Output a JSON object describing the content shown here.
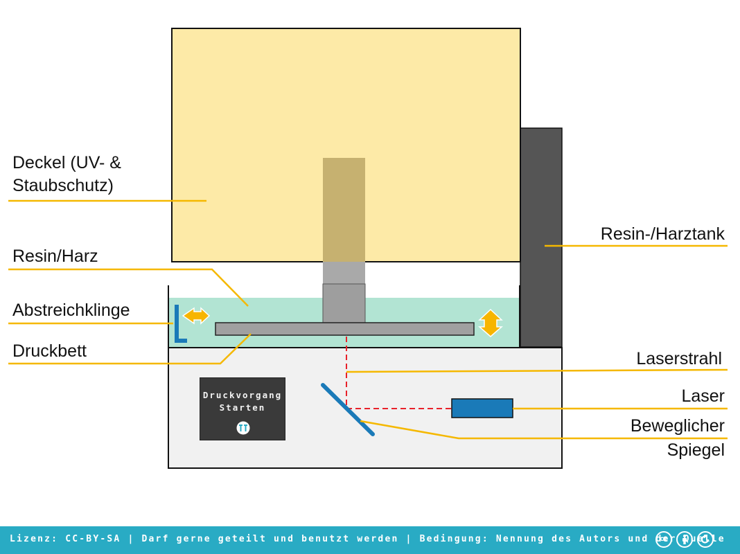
{
  "labels": {
    "lid": [
      "Deckel (UV- &",
      "Staubschutz)"
    ],
    "resin": "Resin/Harz",
    "blade": "Abstreichklinge",
    "bed": "Druckbett",
    "tank": "Resin-/Harztank",
    "beam": "Laserstrahl",
    "laser": "Laser",
    "mirror": [
      "Beweglicher",
      "Spiegel"
    ]
  },
  "start_button": {
    "line1": "Druckvorgang",
    "line2": "Starten"
  },
  "footer": {
    "license": "Lizenz: CC-BY-SA | Darf gerne geteilt und benutzt werden | Bedingung: Nennung des Autors und der Quelle",
    "cc_badge": "cc",
    "icons": [
      "cc-icon",
      "by-icon",
      "sa-icon"
    ]
  },
  "colors": {
    "lid": "#fdeaa7",
    "resin": "#b2e4d3",
    "tank": "#555555",
    "base": "#f1f1f1",
    "bed": "#a0a0a0",
    "laser": "#1a7ab8",
    "beam": "#e8212a",
    "callout": "#f5b800",
    "arrow": "#f7b500",
    "blade": "#1a7ab8",
    "footer": "#29abc4"
  }
}
